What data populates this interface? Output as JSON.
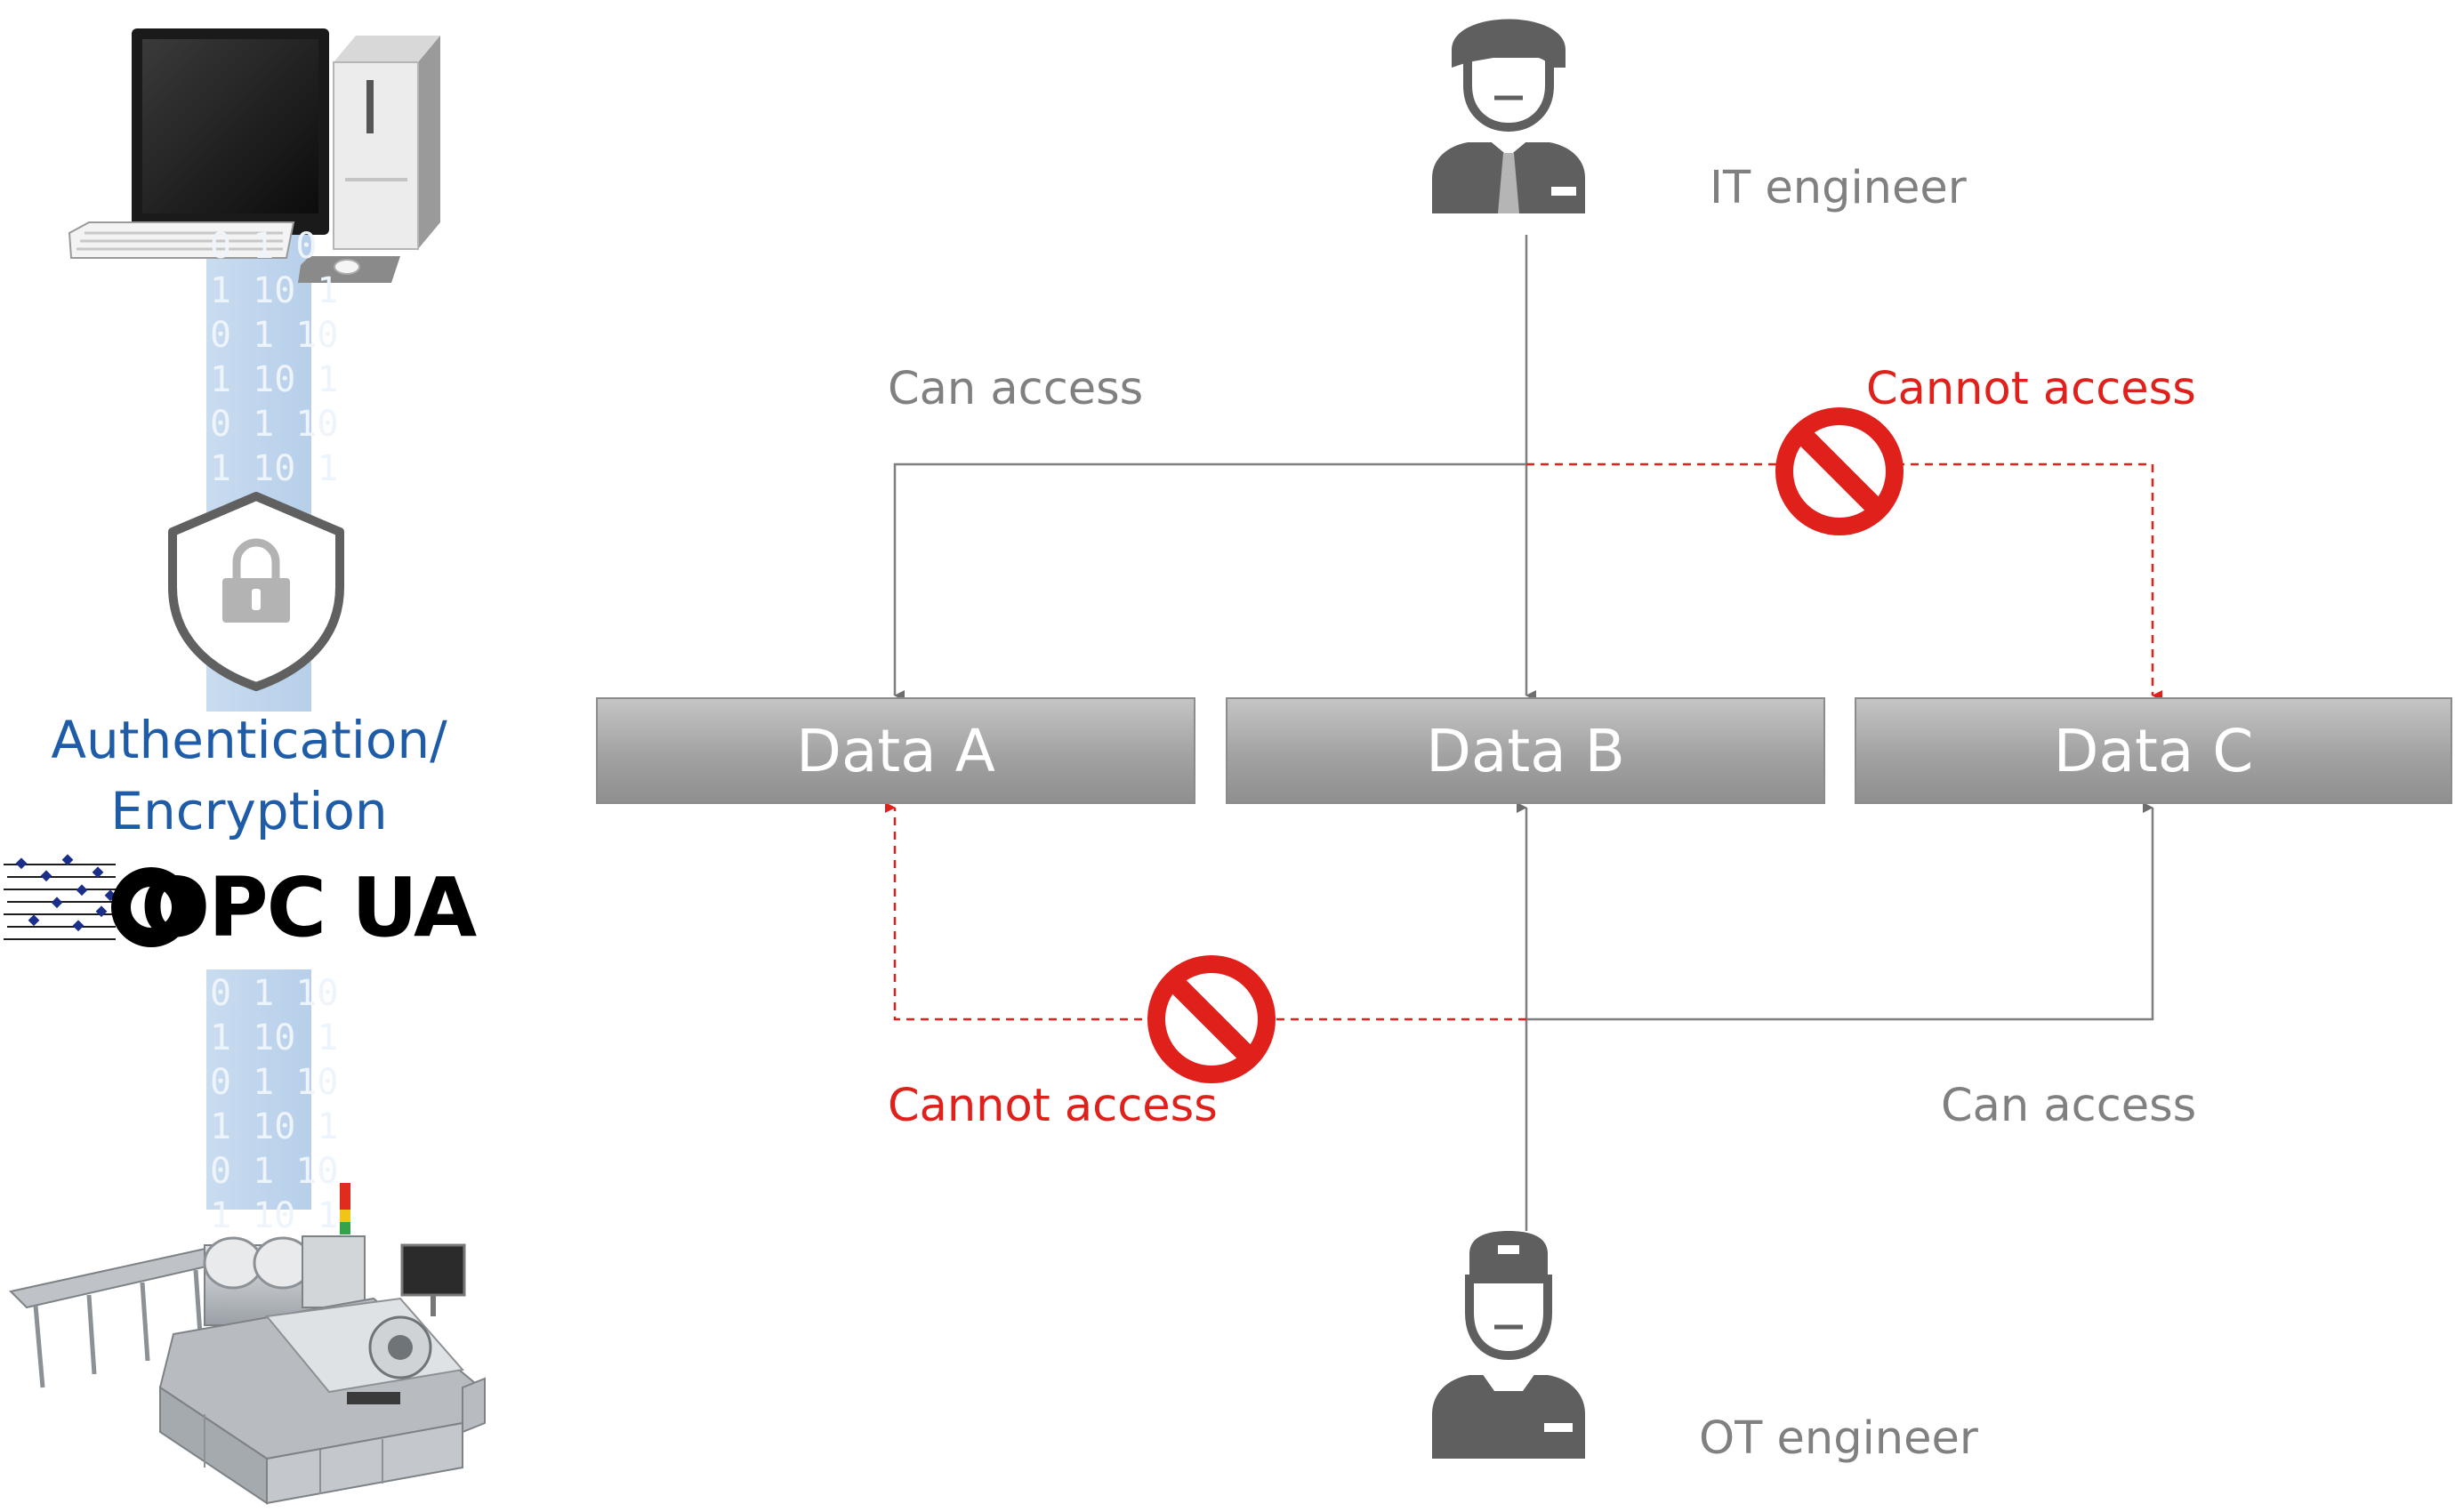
{
  "left_panel": {
    "auth_line1": "Authentication/",
    "auth_line2": "Encryption",
    "opc_logo_text": "OPC UA",
    "binary_top": [
      "0 1 0",
      "1 10 1",
      "0 1 10",
      "1 10 1",
      "0 1 10",
      "1 10 1"
    ],
    "binary_bottom": [
      "0 1 10",
      "1 10 1",
      "0 1 10",
      "1 10 1",
      "0 1 10",
      "1 10 1"
    ],
    "icons": {
      "computer": "desktop-computer-icon",
      "shield": "shield-lock-icon",
      "machine": "packaging-machine-image"
    }
  },
  "actors": {
    "it_engineer": "IT engineer",
    "ot_engineer": "OT engineer"
  },
  "data_boxes": {
    "a": "Data A",
    "b": "Data B",
    "c": "Data C"
  },
  "access_labels": {
    "it_can": "Can access",
    "it_cannot": "Cannot access",
    "ot_cannot": "Cannot access",
    "ot_can": "Can access"
  },
  "colors": {
    "allowed_line": "#7f7f7f",
    "denied_line": "#e0201b",
    "auth_text": "#1f5ca8",
    "data_box": "#a6a6a6"
  }
}
